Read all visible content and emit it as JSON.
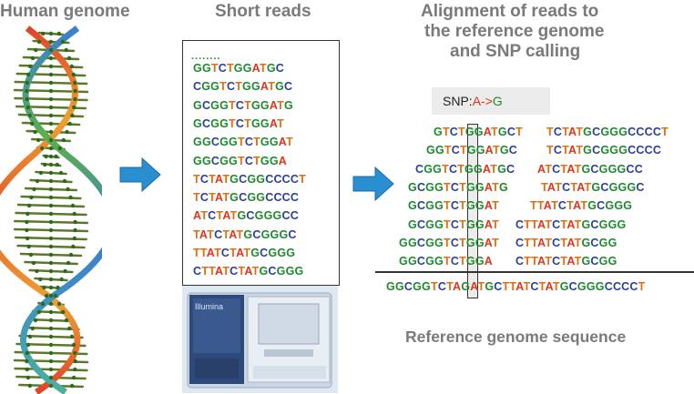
{
  "headings": {
    "genome": "Human genome",
    "reads": "Short reads",
    "alignment_1": "Alignment of reads to",
    "alignment_2": "the reference genome",
    "alignment_3": "and SNP calling"
  },
  "reads_box": {
    "dots": "........",
    "reads": [
      "GGTCTGGATGC",
      "CGGTCTGGATGC",
      "GCGGTCTGGATG",
      "GCGGTCTGGAT",
      "GGCGGTCTGGAT",
      "GGCGGTCTGGA",
      "TCTATGCGGCCCCT",
      "TCTATGCGGCCCC",
      "ATCTATGCGGGCC",
      "TATCTATGCGGGC",
      "TTATCTATGCGGG",
      "CTTATCTATGCGGG"
    ]
  },
  "snp": {
    "prefix": "SNP:",
    "ref": "A",
    "arrow": "->",
    "alt": "G"
  },
  "alignment": {
    "left": [
      "GTCTGGATGCT",
      "GGTCTGGATGC",
      "CGGTCTGGATGC",
      "GCGGTCTGGATG",
      "GCGGTCTGGAT",
      "GCGGTCTGGAT",
      "GGCGGTCTGGAT",
      "GGCGGTCTGGA"
    ],
    "right": [
      "TCTATGCGGGCCCCT",
      "TCTATGCGGGCCCC",
      "ATCTATGCGGGCC",
      "TATCTATGCGGGC",
      "TTATCTATGCGGG",
      "CTTATCTATGCGGG",
      "CTTATCTATGCGG",
      "CTTATCTATGCGG"
    ]
  },
  "reference": {
    "sequence": "GGCGGTCTAGATGCTTATCTATGCGGGCCCCT",
    "caption": "Reference genome  sequence"
  },
  "instrument_label": "Illumina",
  "colors": {
    "A": "#e0341b",
    "C": "#2a3f9a",
    "G": "#1e8a2e",
    "T": "#e06f12",
    "arrow": "#2a8fd0",
    "heading": "#7a7a7a"
  }
}
